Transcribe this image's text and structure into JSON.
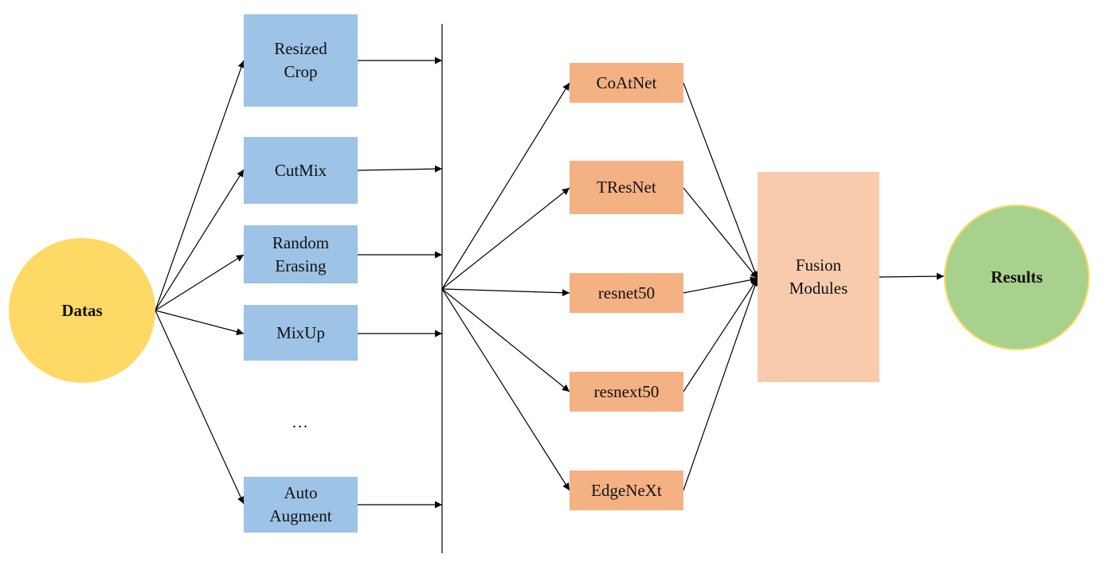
{
  "colors": {
    "datas": "#ffd966",
    "augmentation": "#9dc3e6",
    "model": "#f4b183",
    "fusion": "#f8cbad",
    "results": "#a9d18e",
    "results_border": "#ffd966",
    "line": "#000000"
  },
  "input": {
    "label": "Datas"
  },
  "augmentations": [
    {
      "label": "Resized\nCrop"
    },
    {
      "label": "CutMix"
    },
    {
      "label": "Random\nErasing"
    },
    {
      "label": "MixUp"
    },
    {
      "label": "Auto\nAugment"
    }
  ],
  "ellipsis": "…",
  "models": [
    {
      "label": "CoAtNet"
    },
    {
      "label": "TResNet"
    },
    {
      "label": "resnet50"
    },
    {
      "label": "resnext50"
    },
    {
      "label": "EdgeNeXt"
    }
  ],
  "fusion": {
    "label": "Fusion\nModules"
  },
  "output": {
    "label": "Results"
  }
}
